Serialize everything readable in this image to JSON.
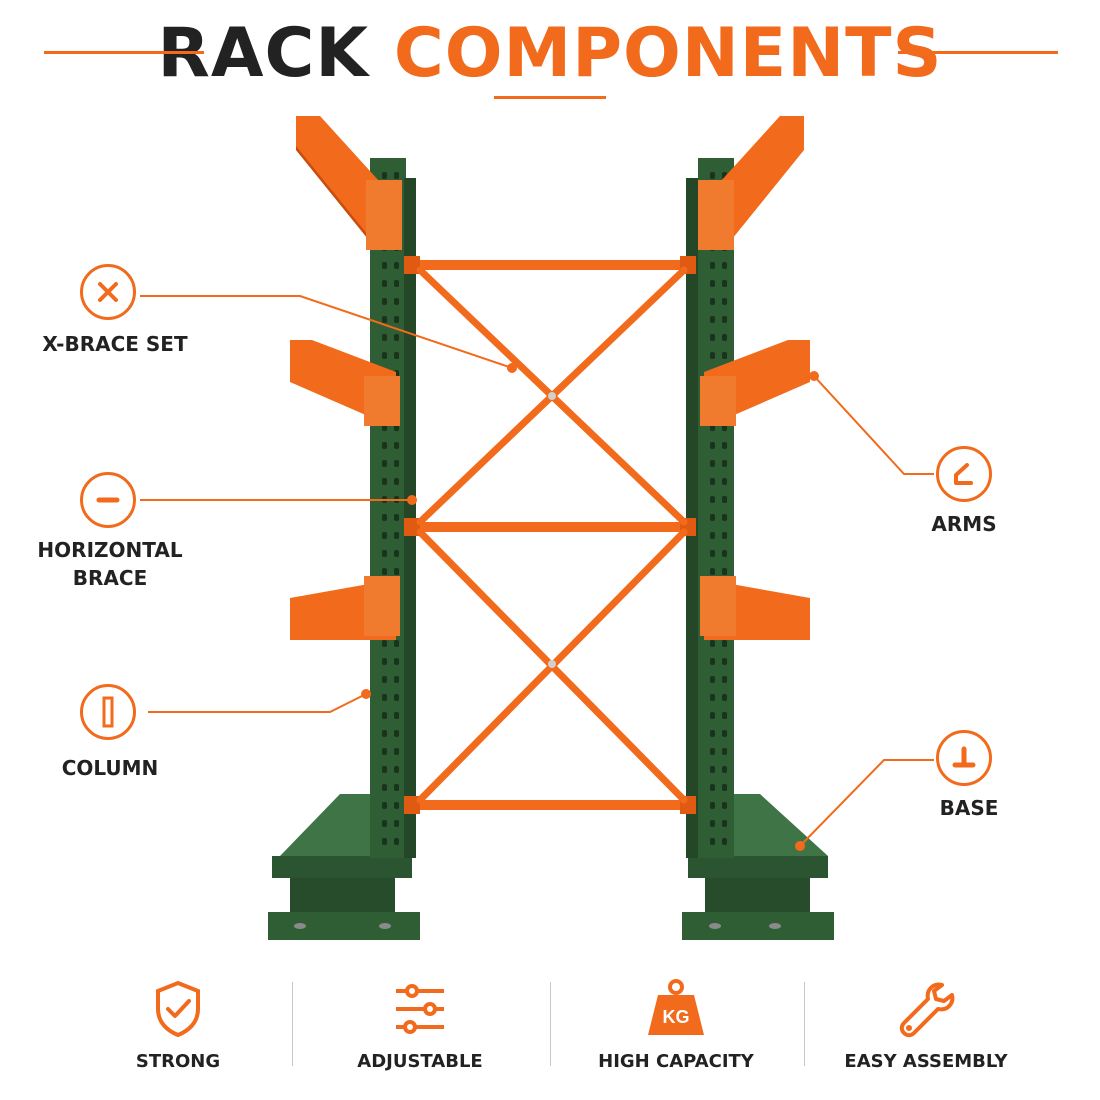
{
  "title": {
    "word1": "RACK",
    "word2": "COMPONENTS"
  },
  "colors": {
    "accent": "#f26a1b",
    "column_green": "#2f5e34",
    "text_dark": "#222222"
  },
  "callouts": {
    "xbrace": {
      "label": "X-BRACE SET",
      "icon": "x-icon"
    },
    "hbrace": {
      "label": "HORIZONTAL\nBRACE",
      "icon": "minus-icon"
    },
    "column": {
      "label": "COLUMN",
      "icon": "column-icon"
    },
    "arms": {
      "label": "ARMS",
      "icon": "arm-bracket-icon"
    },
    "base": {
      "label": "BASE",
      "icon": "base-icon"
    }
  },
  "features": [
    {
      "label": "STRONG",
      "icon": "shield-check-icon"
    },
    {
      "label": "ADJUSTABLE",
      "icon": "sliders-icon"
    },
    {
      "label": "HIGH CAPACITY",
      "icon": "weight-icon",
      "icon_text": "KG"
    },
    {
      "label": "EASY ASSEMBLY",
      "icon": "wrench-icon"
    }
  ]
}
